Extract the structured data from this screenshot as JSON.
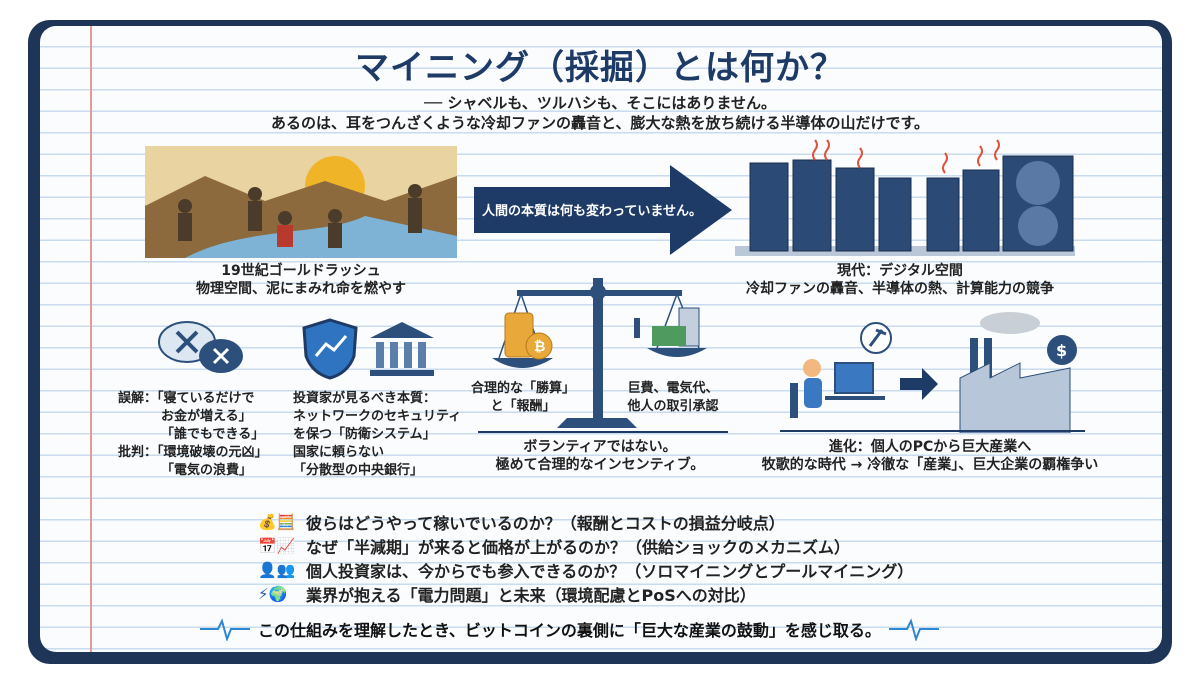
{
  "header": {
    "title": "マイニング（採掘）とは何か？",
    "subtitle_1": "── シャベルも、ツルハシも、そこにはありません。",
    "subtitle_2": "あるのは、耳をつんざくような冷却ファンの轟音と、膨大な熱を放ち続ける半導体の山だけです。"
  },
  "past": {
    "title": "19世紀ゴールドラッシュ",
    "desc": "物理空間、泥にまみれ命を燃やす"
  },
  "arrow_text": "人間の本質は何も変わっていません。",
  "present": {
    "title": "現代：デジタル空間",
    "desc": "冷却ファンの轟音、半導体の熱、計算能力の競争"
  },
  "misconception": {
    "line1": "誤解：「寝ているだけで",
    "line2": "お金が増える」",
    "line3": "「誰でもできる」",
    "line4": "批判：「環境破壊の元凶」",
    "line5": "「電気の浪費」"
  },
  "essence": {
    "line1": "投資家が見るべき本質：",
    "line2": "ネットワークのセキュリティ",
    "line3": "を保つ「防衛システム」",
    "line4": "国家に頼らない",
    "line5": "「分散型の中央銀行」"
  },
  "scale": {
    "left_label_1": "合理的な「勝算」",
    "left_label_2": "と「報酬」",
    "right_label_1": "巨費、電気代、",
    "right_label_2": "他人の取引承認",
    "caption_1": "ボランティアではない。",
    "caption_2": "極めて合理的なインセンティブ。"
  },
  "evolution": {
    "title": "進化：個人のPCから巨大産業へ",
    "desc": "牧歌的な時代 → 冷徹な「産業」、巨大企業の覇権争い"
  },
  "topics": [
    {
      "icons": "💰🧮",
      "text": "彼らはどうやって稼いでいるのか？（報酬とコストの損益分岐点）"
    },
    {
      "icons": "📅📈",
      "text": "なぜ「半減期」が来ると価格が上がるのか？（供給ショックのメカニズム）"
    },
    {
      "icons": "👤👥",
      "text": "個人投資家は、今からでも参入できるのか？（ソロマイニングとプールマイニング）"
    },
    {
      "icons": "⚡🌍",
      "text": "業界が抱える「電力問題」と未来（環境配慮とPoSへの対比）"
    }
  ],
  "footer": "この仕組みを理解したとき、ビットコインの裏側に「巨大な産業の鼓動」を感じ取る。",
  "colors": {
    "navy": "#1e3a66",
    "frame": "#1e3557",
    "gold": "#e8a93a"
  }
}
